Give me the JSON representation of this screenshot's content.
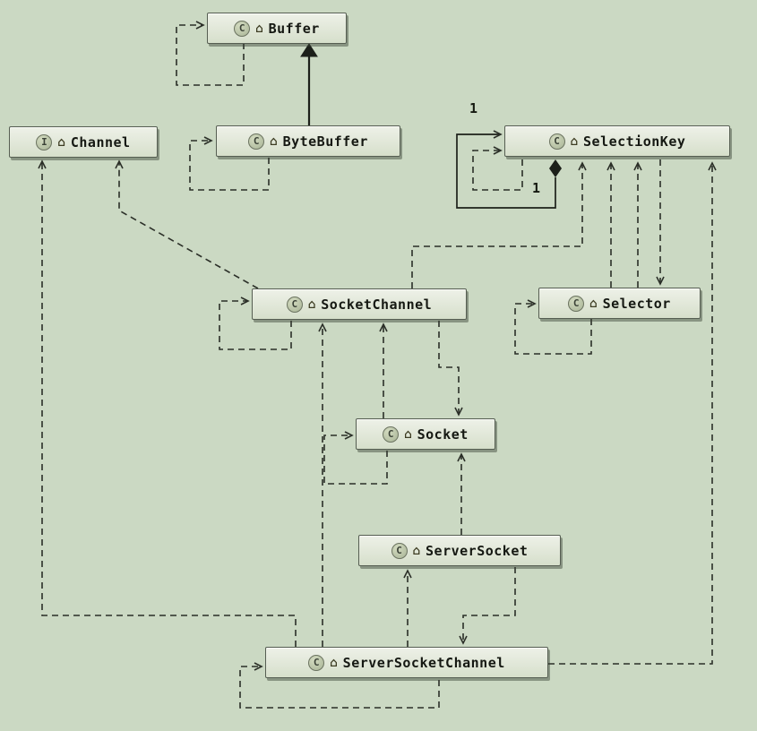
{
  "diagram": {
    "type": "uml-class-diagram",
    "icons": {
      "home": "⌂"
    },
    "nodes": [
      {
        "id": "buffer",
        "label": "Buffer",
        "kind": "class",
        "icon_letter": "C"
      },
      {
        "id": "channel",
        "label": "Channel",
        "kind": "interface",
        "icon_letter": "I"
      },
      {
        "id": "bytebuffer",
        "label": "ByteBuffer",
        "kind": "class",
        "icon_letter": "C"
      },
      {
        "id": "selectionkey",
        "label": "SelectionKey",
        "kind": "class",
        "icon_letter": "C"
      },
      {
        "id": "socketchannel",
        "label": "SocketChannel",
        "kind": "class",
        "icon_letter": "C"
      },
      {
        "id": "selector",
        "label": "Selector",
        "kind": "class",
        "icon_letter": "C"
      },
      {
        "id": "socket",
        "label": "Socket",
        "kind": "class",
        "icon_letter": "C"
      },
      {
        "id": "serversocket",
        "label": "ServerSocket",
        "kind": "class",
        "icon_letter": "C"
      },
      {
        "id": "serversocketchannel",
        "label": "ServerSocketChannel",
        "kind": "class",
        "icon_letter": "C"
      }
    ],
    "multiplicities": [
      {
        "text": "1"
      },
      {
        "text": "1"
      }
    ],
    "edges": [
      {
        "from": "Buffer",
        "to": "Buffer",
        "type": "dependency",
        "style": "dashed"
      },
      {
        "from": "ByteBuffer",
        "to": "Buffer",
        "type": "inheritance",
        "style": "solid"
      },
      {
        "from": "ByteBuffer",
        "to": "ByteBuffer",
        "type": "dependency",
        "style": "dashed"
      },
      {
        "from": "SocketChannel",
        "to": "Channel",
        "type": "dependency",
        "style": "dashed"
      },
      {
        "from": "ServerSocketChannel",
        "to": "Channel",
        "type": "dependency",
        "style": "dashed"
      },
      {
        "from": "SocketChannel",
        "to": "SelectionKey",
        "type": "dependency",
        "style": "dashed"
      },
      {
        "from": "Selector",
        "to": "SelectionKey",
        "type": "dependency",
        "style": "dashed"
      },
      {
        "from": "SelectionKey",
        "to": "Selector",
        "type": "dependency",
        "style": "dashed"
      },
      {
        "from": "ServerSocketChannel",
        "to": "SelectionKey",
        "type": "dependency",
        "style": "dashed"
      },
      {
        "from": "SelectionKey",
        "to": "SelectionKey",
        "type": "composition",
        "style": "solid",
        "multiplicity_from": "1",
        "multiplicity_to": "1"
      },
      {
        "from": "SelectionKey",
        "to": "SelectionKey",
        "type": "dependency",
        "style": "dashed"
      },
      {
        "from": "SocketChannel",
        "to": "SocketChannel",
        "type": "dependency",
        "style": "dashed"
      },
      {
        "from": "Selector",
        "to": "Selector",
        "type": "dependency",
        "style": "dashed"
      },
      {
        "from": "SocketChannel",
        "to": "Socket",
        "type": "dependency",
        "style": "dashed"
      },
      {
        "from": "Socket",
        "to": "SocketChannel",
        "type": "dependency",
        "style": "dashed"
      },
      {
        "from": "Socket",
        "to": "Socket",
        "type": "dependency",
        "style": "dashed"
      },
      {
        "from": "ServerSocket",
        "to": "Socket",
        "type": "dependency",
        "style": "dashed"
      },
      {
        "from": "ServerSocketChannel",
        "to": "ServerSocket",
        "type": "dependency",
        "style": "dashed"
      },
      {
        "from": "ServerSocket",
        "to": "ServerSocketChannel",
        "type": "dependency",
        "style": "dashed"
      },
      {
        "from": "ServerSocketChannel",
        "to": "SocketChannel",
        "type": "dependency",
        "style": "dashed"
      },
      {
        "from": "ServerSocketChannel",
        "to": "ServerSocketChannel",
        "type": "dependency",
        "style": "dashed"
      }
    ],
    "colors": {
      "background": "#cbd9c3",
      "node_fill": "#e0e7d7",
      "node_border": "#565e52",
      "line": "#2b2f28"
    }
  }
}
